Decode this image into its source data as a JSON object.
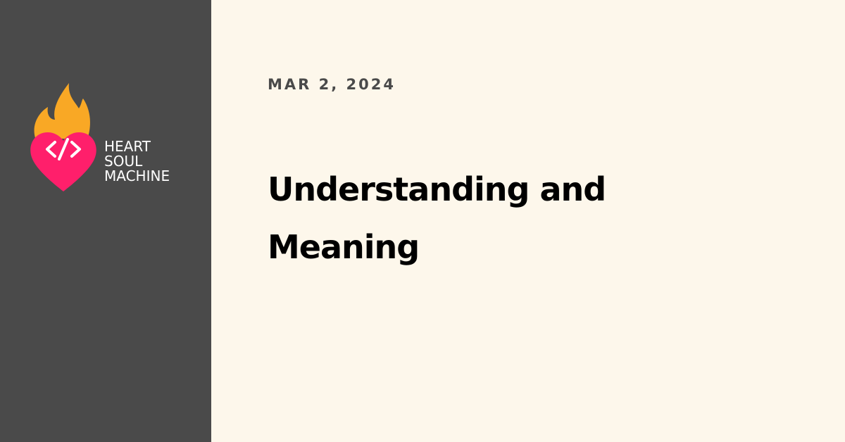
{
  "brand": {
    "lines": [
      "HEART",
      "SOUL",
      "MACHINE"
    ],
    "icon": "flaming-heart-code-icon",
    "colors": {
      "flame": "#f9a825",
      "heart": "#ff1f6b",
      "sidebar": "#4a4a4a",
      "background": "#fdf7eb"
    }
  },
  "post": {
    "date": "MAR 2, 2024",
    "title_line1": "Understanding and",
    "title_line2": "Meaning"
  }
}
